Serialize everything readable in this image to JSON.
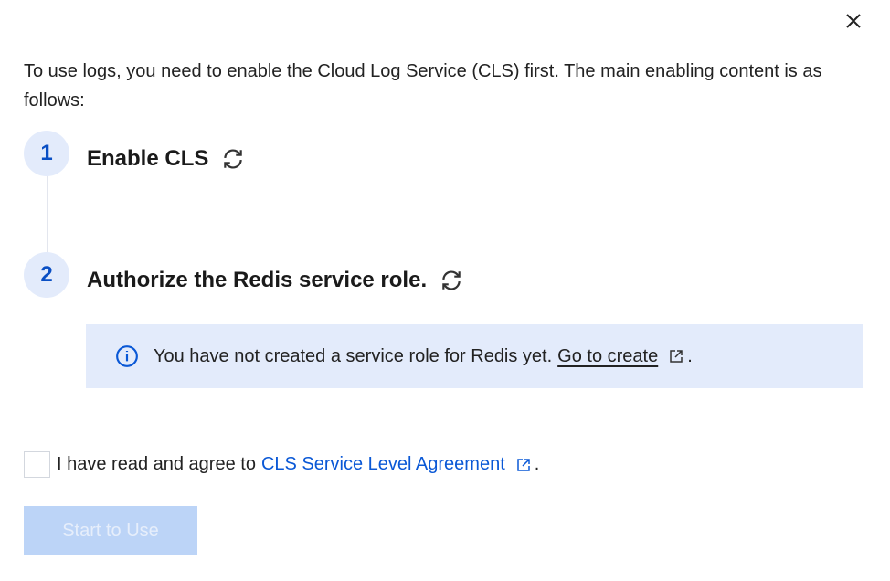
{
  "dialog": {
    "intro": "To use logs, you need to enable the Cloud Log Service (CLS) first. The main enabling content is as follows:",
    "steps": [
      {
        "number": "1",
        "title": "Enable CLS"
      },
      {
        "number": "2",
        "title": "Authorize the Redis service role."
      }
    ],
    "notice": {
      "text": "You have not created a service role for Redis yet.",
      "link": "Go to create",
      "suffix": "."
    },
    "agreement": {
      "prefix": "I have read and agree to",
      "link": "CLS Service Level Agreement",
      "suffix": "."
    },
    "start_button": "Start to Use"
  },
  "colors": {
    "accent": "#0a58d6",
    "step_bg": "#e3ebfb",
    "button_disabled": "#bcd4f7"
  }
}
